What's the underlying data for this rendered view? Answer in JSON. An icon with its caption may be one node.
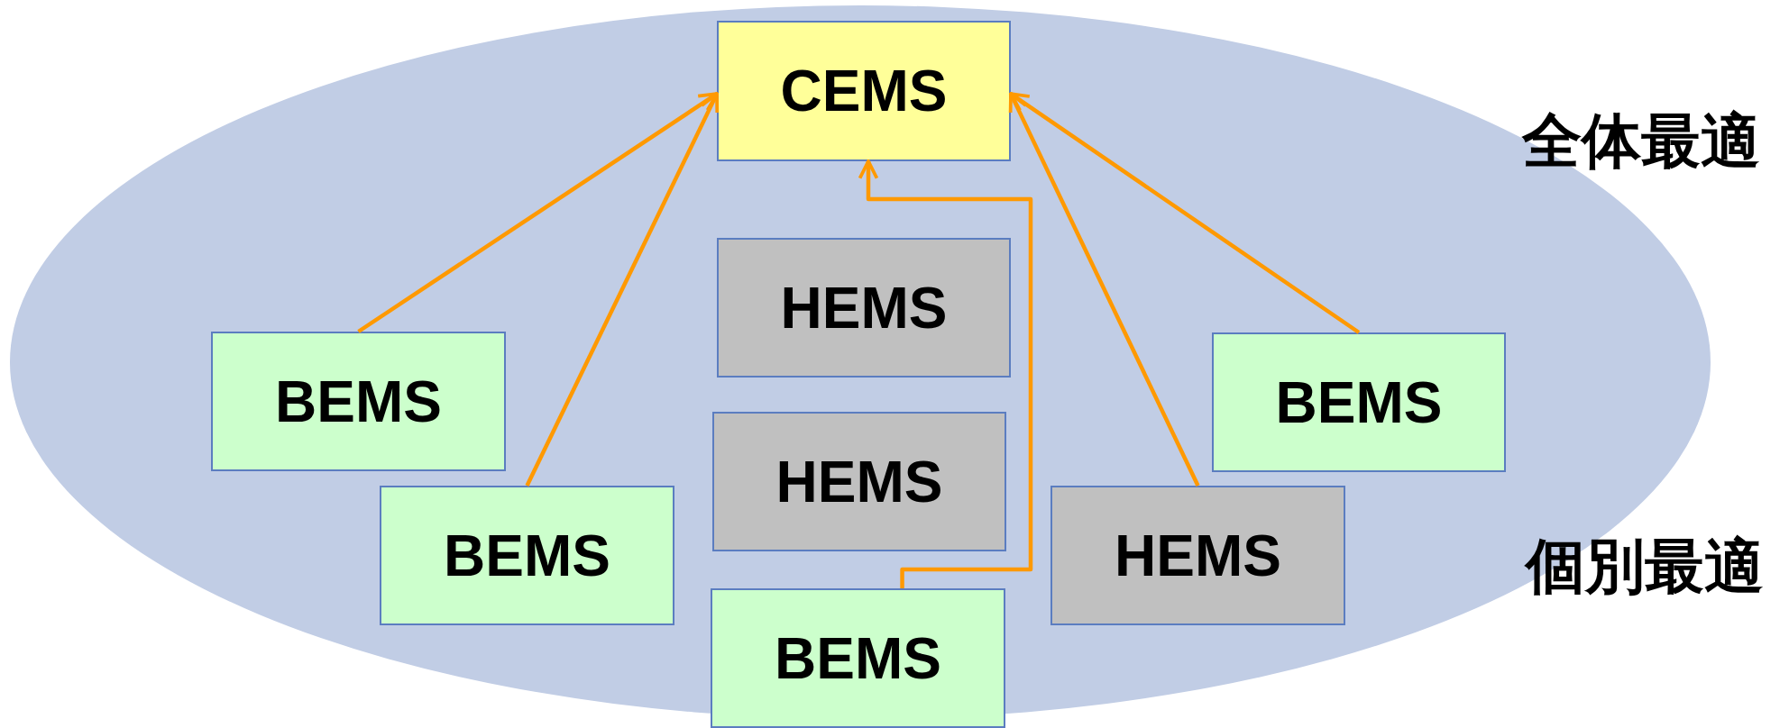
{
  "diagram": {
    "nodes": [
      {
        "text": [
          "CEMS"
        ]
      },
      {
        "text": [
          "BEMS"
        ]
      },
      {
        "text": [
          "BEMS"
        ]
      },
      {
        "text": [
          "HEMS"
        ]
      },
      {
        "text": [
          "HEMS"
        ]
      },
      {
        "text": [
          "BEMS"
        ]
      },
      {
        "text": [
          "BEMS"
        ]
      },
      {
        "text": [
          "HEMS"
        ]
      }
    ],
    "edges": [
      {
        "from": 1,
        "to": 0,
        "arrow": "to"
      },
      {
        "from": 2,
        "to": 0,
        "arrow": "to"
      },
      {
        "from": 5,
        "to": 0,
        "arrow": "to"
      },
      {
        "from": 7,
        "to": 0,
        "arrow": "to"
      },
      {
        "from": 6,
        "to": 0,
        "arrow": "to"
      }
    ],
    "labels": [
      "全体最適",
      "個別最適"
    ]
  }
}
